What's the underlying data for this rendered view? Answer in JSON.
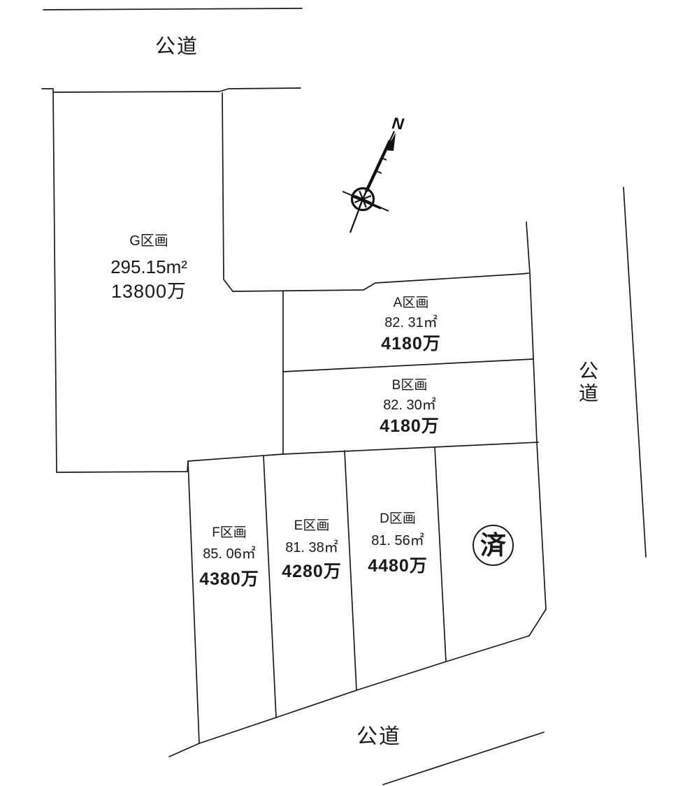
{
  "roads": {
    "top": "公道",
    "right": "公道",
    "bottom": "公道"
  },
  "parcels": [
    {
      "id": "G",
      "label": "G区画",
      "area": "295.15m²",
      "price": "13800万"
    },
    {
      "id": "A",
      "label": "A区画",
      "area": "82. 31㎡",
      "price": "4180万"
    },
    {
      "id": "B",
      "label": "B区画",
      "area": "82. 30㎡",
      "price": "4180万"
    },
    {
      "id": "F",
      "label": "F区画",
      "area": "85. 06㎡",
      "price": "4380万"
    },
    {
      "id": "E",
      "label": "E区画",
      "area": "81. 38㎡",
      "price": "4280万"
    },
    {
      "id": "D",
      "label": "D区画",
      "area": "81. 56㎡",
      "price": "4480万"
    }
  ],
  "sold_badge": {
    "text": "済"
  },
  "compass": {
    "north_label": "N"
  },
  "colors": {
    "line": "#1a1a1a",
    "background": "#ffffff"
  }
}
